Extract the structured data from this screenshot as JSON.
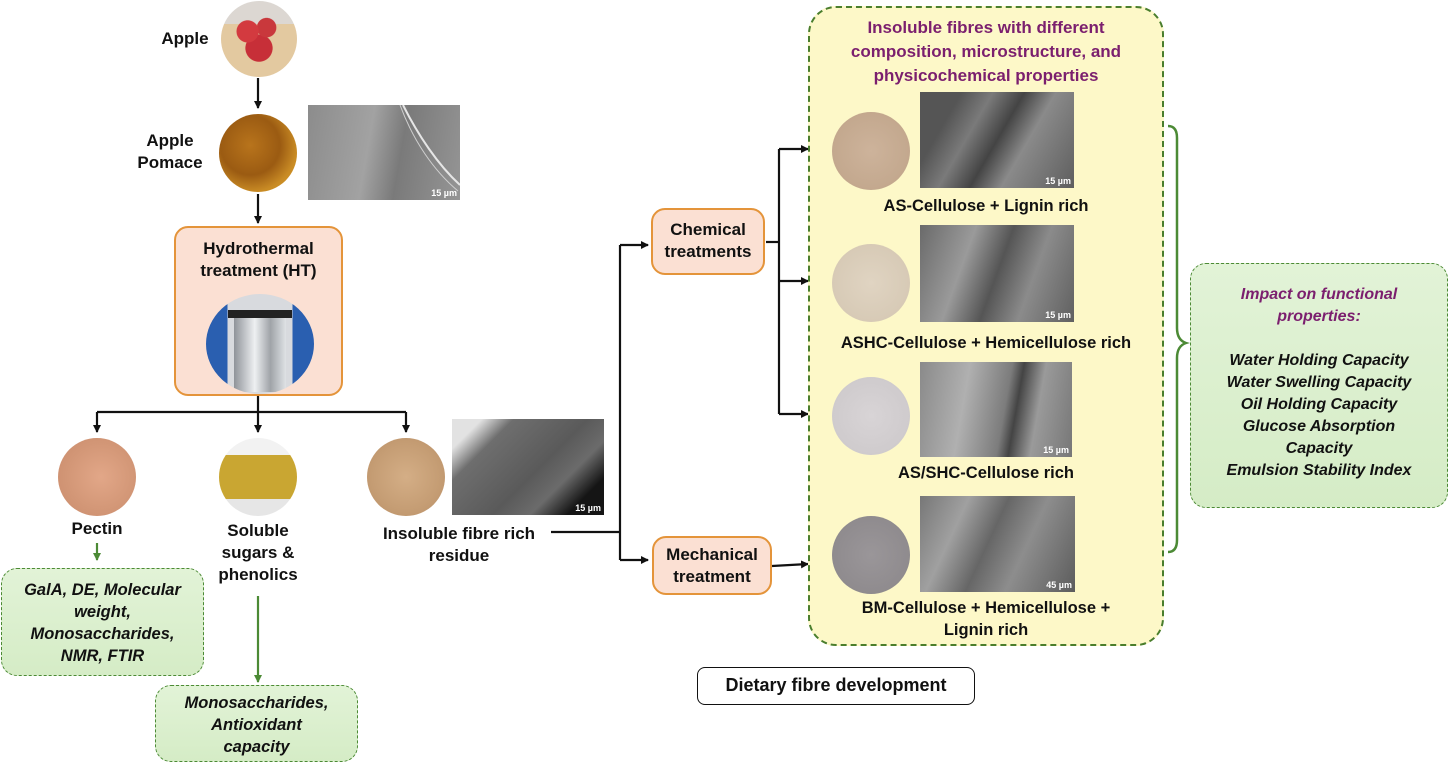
{
  "left_flow": {
    "apple": {
      "label": "Apple"
    },
    "pomace": {
      "label_line1": "Apple",
      "label_line2": "Pomace",
      "sem_scale": "15 µm"
    },
    "hydrothermal": {
      "label_line1": "Hydrothermal",
      "label_line2": "treatment (HT)"
    },
    "branches": {
      "pectin": {
        "label": "Pectin",
        "note_lines": [
          "GalA, DE, Molecular",
          "weight,",
          "Monosaccharides,",
          "NMR, FTIR"
        ]
      },
      "soluble": {
        "label_lines": [
          "Soluble",
          "sugars &",
          "phenolics"
        ],
        "note_lines": [
          "Monosaccharides,",
          "Antioxidant",
          "capacity"
        ]
      },
      "insoluble": {
        "label_lines": [
          "Insoluble fibre rich",
          "residue"
        ],
        "sem_scale": "15 µm"
      }
    }
  },
  "treatments": {
    "chemical": {
      "label_line1": "Chemical",
      "label_line2": "treatments"
    },
    "mechanical": {
      "label_line1": "Mechanical",
      "label_line2": "treatment"
    }
  },
  "fibre_panel": {
    "title_lines": [
      "Insoluble fibres with different",
      "composition, microstructure, and",
      "physicochemical properties"
    ],
    "items": [
      {
        "label": "AS-Cellulose + Lignin rich",
        "sem_scale": "15 µm"
      },
      {
        "label": "ASHC-Cellulose + Hemicellulose rich",
        "sem_scale": "15 µm"
      },
      {
        "label": "AS/SHC-Cellulose rich",
        "sem_scale": "15 µm"
      },
      {
        "label_line1": "BM-Cellulose + Hemicellulose +",
        "label_line2": "Lignin rich",
        "sem_scale": "45 µm"
      }
    ]
  },
  "functional_box": {
    "title_lines": [
      "Impact on functional",
      "properties:"
    ],
    "items": [
      "Water Holding Capacity",
      "Water Swelling Capacity",
      "Oil Holding Capacity",
      "Glucose Absorption",
      "Capacity",
      "Emulsion Stability Index"
    ]
  },
  "caption": {
    "label": "Dietary fibre development"
  },
  "colors": {
    "orange_fill": "#fbe0d3",
    "orange_border": "#e4943a",
    "green_fill": "#d9efcb",
    "green_border": "#4c8a35",
    "yellow_fill": "#fdf8c8",
    "purple_text": "#7b1f6e",
    "arrow": "#111111"
  }
}
